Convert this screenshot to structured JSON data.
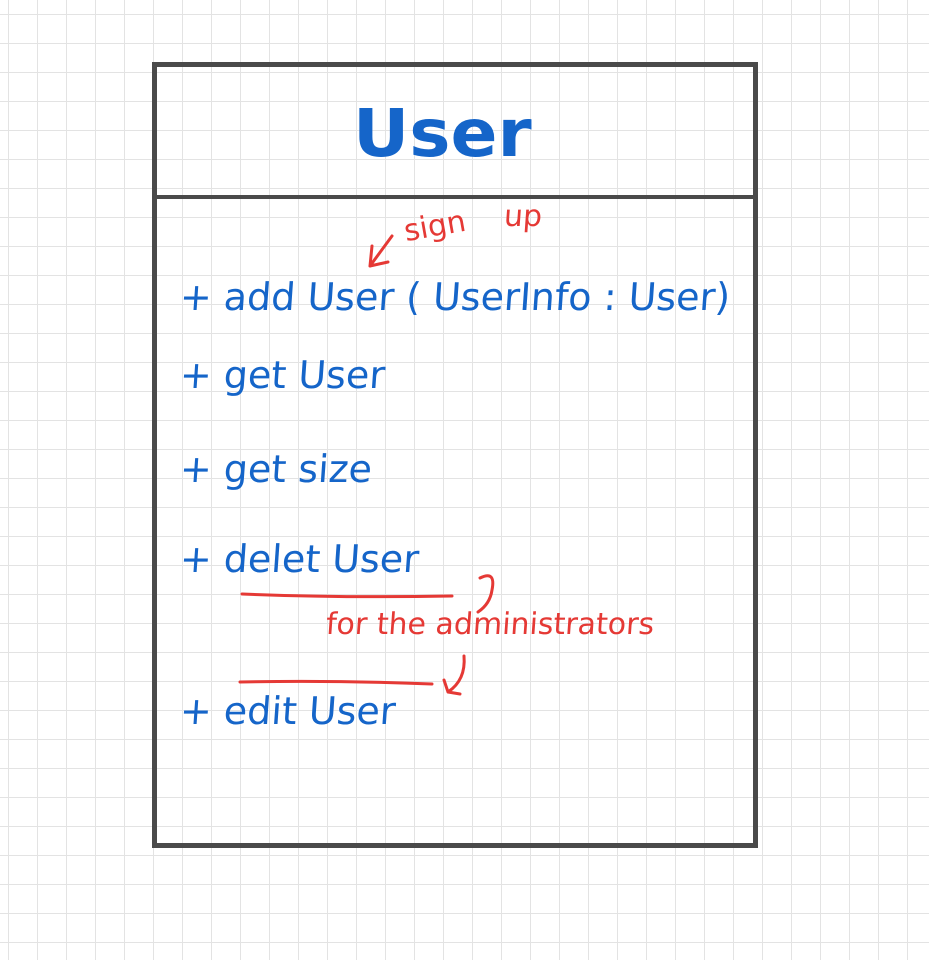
{
  "class": {
    "name": "User",
    "operations": [
      "+ add User ( UserInfo : User)",
      "+ get User",
      "+ get size",
      "+ delet User",
      "+ edit User"
    ]
  },
  "annotations": {
    "sign_up_word1": "sign",
    "sign_up_word2": "up",
    "admin_note": "for the administrators"
  },
  "colors": {
    "ink_blue": "#1565c9",
    "ink_red": "#e53935",
    "box_border": "#4a4a4a",
    "grid_line": "#e3e3e3"
  }
}
